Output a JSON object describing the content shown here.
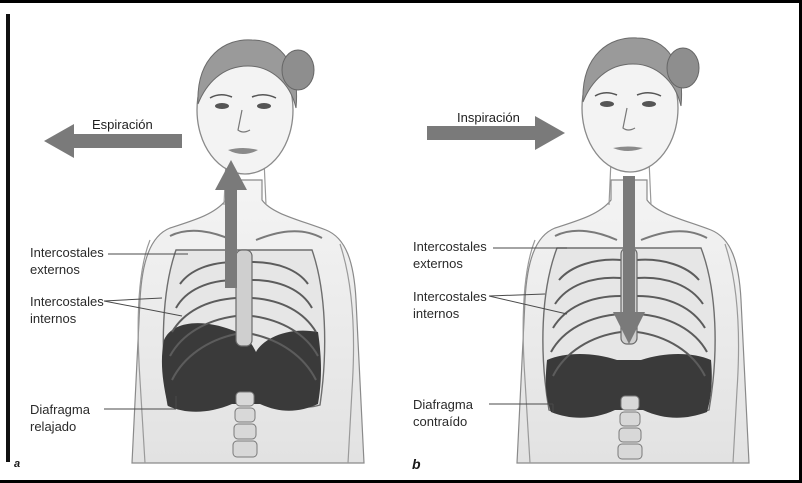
{
  "panels": [
    {
      "letter": "a",
      "arrow_label": "Espiración",
      "labels": {
        "ext_1": "Intercostales",
        "ext_2": "externos",
        "int_1": "Intercostales",
        "int_2": "internos",
        "dia_1": "Diafragma",
        "dia_2": "relajado"
      }
    },
    {
      "letter": "b",
      "arrow_label": "Inspiración",
      "labels": {
        "ext_1": "Intercostales",
        "ext_2": "externos",
        "int_1": "Intercostales",
        "int_2": "internos",
        "dia_1": "Diafragma",
        "dia_2": "contraído"
      }
    }
  ],
  "colors": {
    "arrow": "#7a7a7a",
    "diaphragm": "#3a3a3a",
    "line": "#4a4a4a"
  }
}
